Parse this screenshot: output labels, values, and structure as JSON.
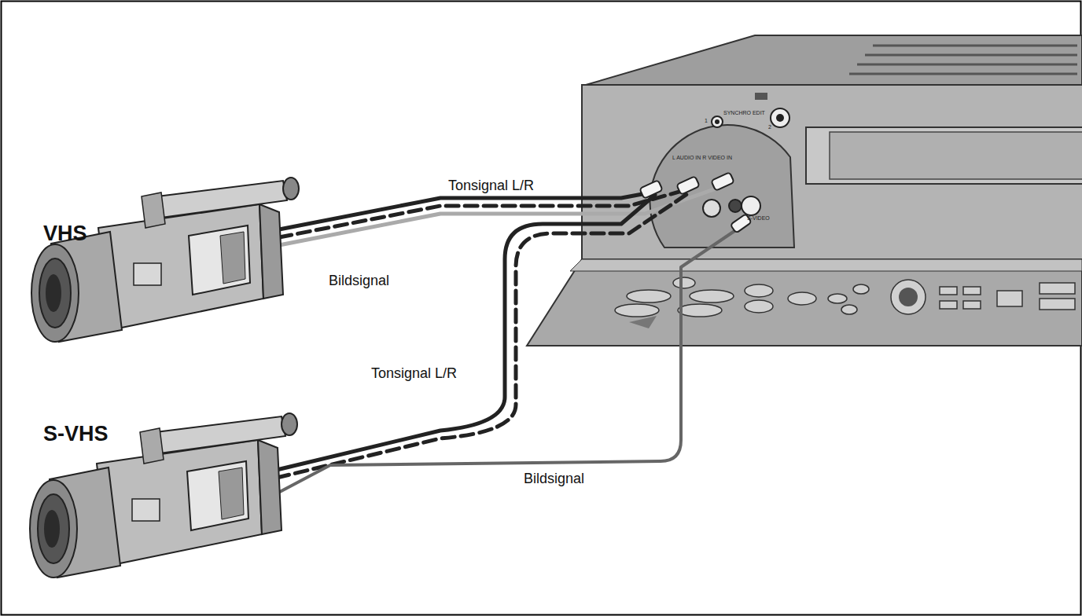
{
  "diagram": {
    "labels": [
      "VHS",
      "S-VHS",
      "Tonsignal L/R",
      "Bildsignal",
      "Tonsignal L/R",
      "Bildsignal",
      "1",
      "2",
      "SYNCHRO EDIT",
      "L AUDIO IN R VIDEO IN",
      "S-VIDEO"
    ]
  }
}
